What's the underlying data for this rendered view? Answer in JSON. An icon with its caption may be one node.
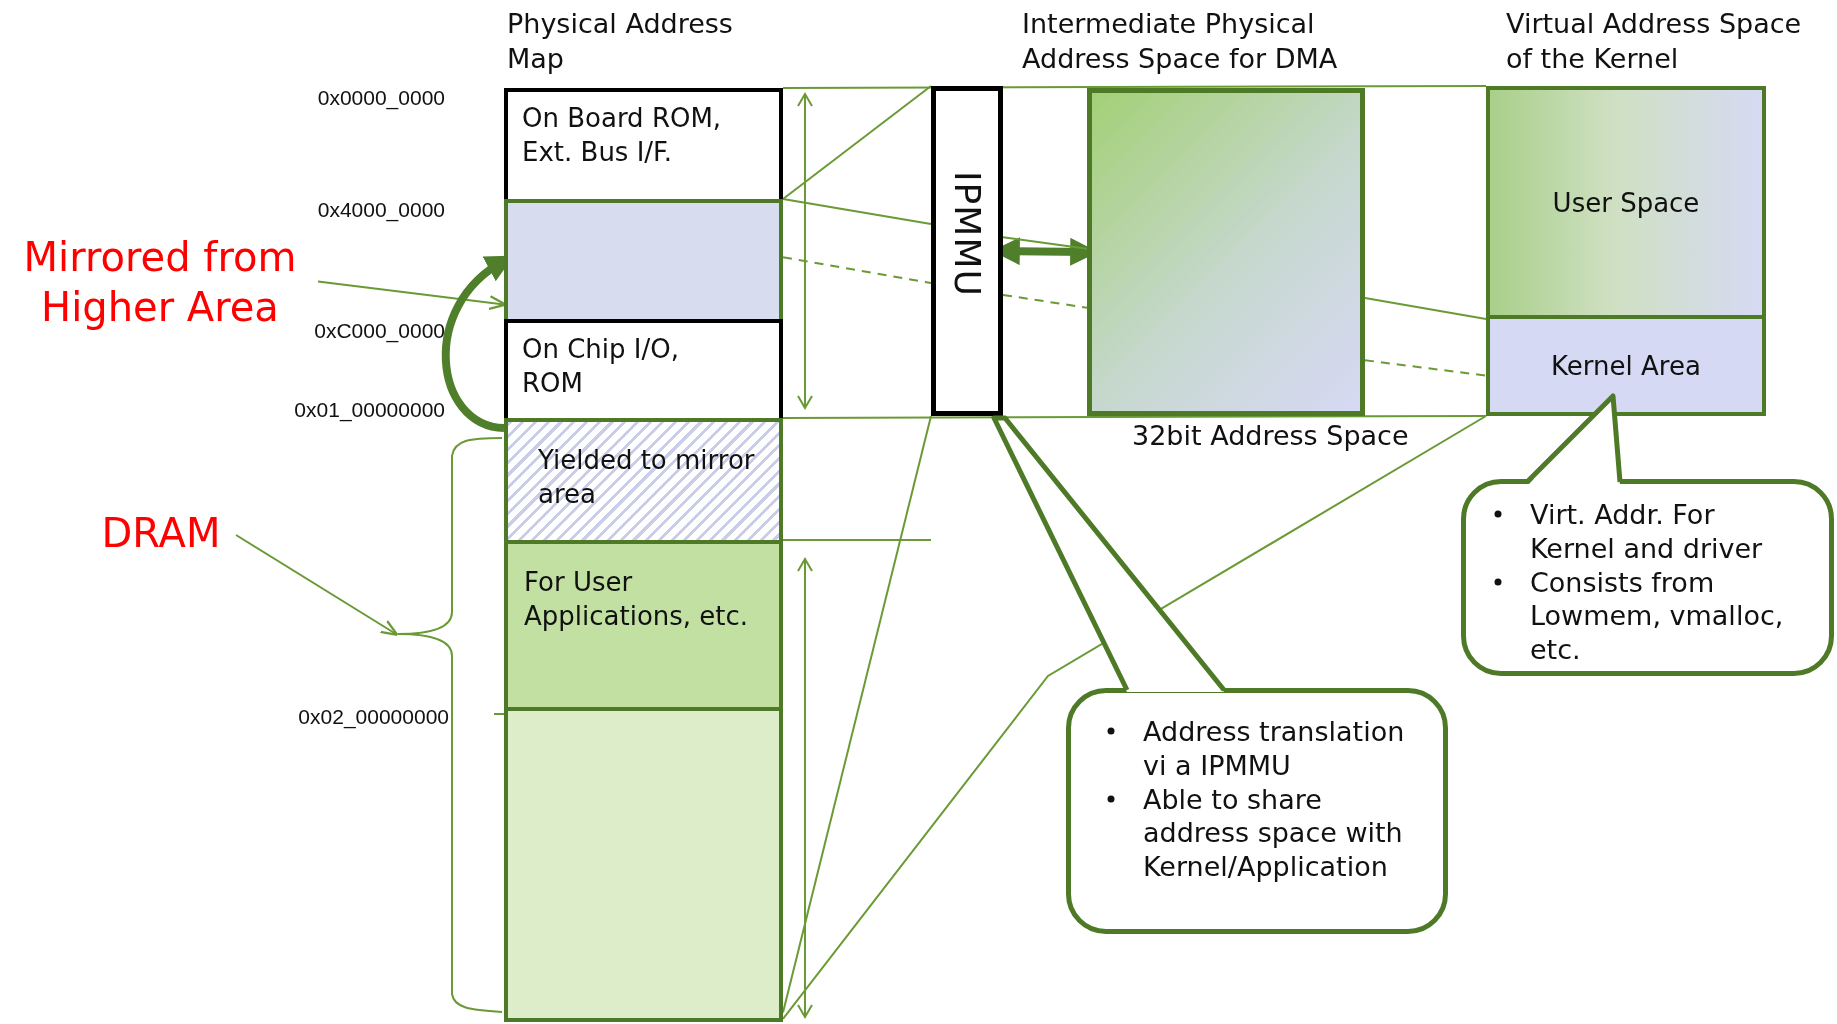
{
  "diagram": {
    "nodes": [
      {
        "text": [
          "On Board ROM, Ext. Bus I/F."
        ]
      },
      {
        "text": [],
        "shape": "box"
      },
      {
        "text": [
          "On Chip I/O, ROM"
        ]
      },
      {
        "text": [
          "Yielded to mirror area"
        ]
      },
      {
        "text": [
          "For User Applications, etc."
        ]
      },
      {
        "text": [],
        "shape": "box"
      },
      {
        "text": [
          "IPMMU"
        ]
      },
      {
        "text": [],
        "shape": "box"
      },
      {
        "text": [
          "User Space"
        ]
      },
      {
        "text": [
          "Kernel Area"
        ]
      },
      {
        "text": [
          "Address translation vi a IPMMU",
          "Able to share address space with Kernel/Application"
        ]
      },
      {
        "text": [
          "Virt. Addr. For Kernel and driver",
          "Consists from Lowmem, vmalloc, etc."
        ]
      },
      {
        "text": [
          "Mirrored from Higher Area"
        ]
      },
      {
        "text": [
          "DRAM"
        ]
      },
      {
        "text": [],
        "shape": "brace"
      }
    ],
    "edges": [
      {
        "from": 12,
        "to": 1,
        "arrow": "to"
      },
      {
        "from": 13,
        "to": 14,
        "arrow": "to"
      },
      {
        "from": 3,
        "to": 1,
        "arrow": "to",
        "style": "thick",
        "color": "#4f7f2a"
      },
      {
        "from": 6,
        "to": 7,
        "arrow": "both",
        "style": "thick",
        "color": "#4f7f2a"
      },
      {
        "from": 1,
        "to": 6,
        "arrow": "none"
      },
      {
        "from": 1,
        "to": 6,
        "arrow": "none"
      },
      {
        "from": 6,
        "to": 7,
        "arrow": "none"
      },
      {
        "from": 1,
        "to": 6,
        "arrow": "none",
        "style": "dashed"
      },
      {
        "from": 6,
        "to": 7,
        "arrow": "none",
        "style": "dashed"
      },
      {
        "from": 7,
        "to": 9,
        "arrow": "none"
      },
      {
        "from": 7,
        "to": 9,
        "arrow": "none",
        "style": "dashed"
      },
      {
        "from": 6,
        "to": 5,
        "arrow": "none"
      },
      {
        "from": 9,
        "to": 5,
        "arrow": "none"
      },
      {
        "from": 0,
        "to": 8,
        "arrow": "none"
      },
      {
        "from": 2,
        "to": 9,
        "arrow": "none"
      }
    ],
    "labels": [
      "Physical Address Map",
      "Intermediate Physical Address Space for DMA",
      "Virtual Address Space of the Kernel",
      "0x0000_0000",
      "0x4000_0000",
      "0xC000_0000",
      "0x01_00000000",
      "0x02_00000000",
      "32bit Address Space"
    ]
  }
}
